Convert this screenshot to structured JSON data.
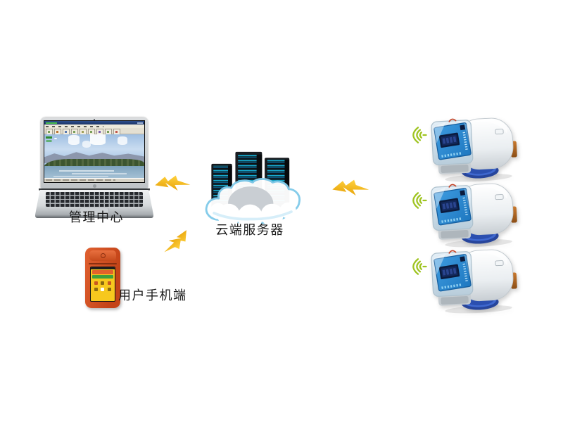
{
  "diagram": {
    "type": "system-architecture",
    "labels": {
      "management_center": "管理中心",
      "cloud_server": "云端服务器",
      "mobile_client": "用户手机端"
    },
    "colors": {
      "background": "#FFFFFF",
      "bolt_yellow": "#E9A50B",
      "bolt_yellow_light": "#FFD23E",
      "wireless_green": "#9FC421",
      "cloud_border": "#82CBEA",
      "phone_orange": "#CE4F24",
      "server_led": "#17A8CC",
      "meter_pcb": "#2D8FD6",
      "meter_ring": "#2B4FA0",
      "label_text": "#1A1A1A"
    },
    "connections": [
      {
        "from": "management_center",
        "to": "cloud_server",
        "icon": "lightning-bolt-icon"
      },
      {
        "from": "mobile_client",
        "to": "cloud_server",
        "icon": "lightning-bolt-icon"
      },
      {
        "from": "cloud_server",
        "to": "water_meters",
        "icon": "lightning-bolt-icon"
      }
    ],
    "meters": [
      {
        "name": "smart-water-meter-1",
        "icon": "wireless-signal-icon"
      },
      {
        "name": "smart-water-meter-2",
        "icon": "wireless-signal-icon"
      },
      {
        "name": "smart-water-meter-3",
        "icon": "wireless-signal-icon"
      }
    ]
  }
}
